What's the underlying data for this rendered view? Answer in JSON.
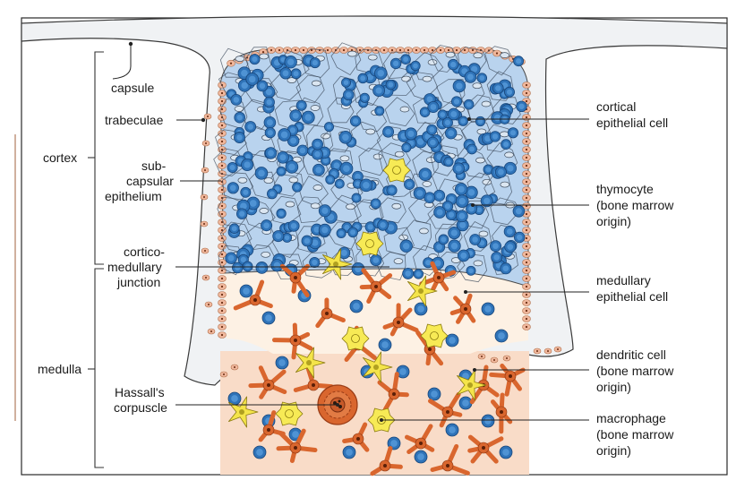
{
  "colors": {
    "capsule": "#f0f2f4",
    "cortex_bg": "#b9d3ee",
    "medulla_bg": "#fdf1e4",
    "lower_bg": "#f9dcc8",
    "thymocyte": "#2f73b8",
    "thymocyte_core": "#4f93d4",
    "cortical_epithelial": "#8aa3bd",
    "medullary_epithelial": "#d9662e",
    "dendritic": "#f4e44a",
    "macrophage": "#f7ea55",
    "hassall": "#c85a2a",
    "subcapsular": "#f0b79c"
  },
  "regions": {
    "cortex": "cortex",
    "medulla": "medulla"
  },
  "labels_left": {
    "capsule": "capsule",
    "trabeculae": "trabeculae",
    "subcapsular": [
      "sub-",
      "capsular",
      "epithelium"
    ],
    "corticomedullary": [
      "cortico-",
      "medullary",
      "junction"
    ],
    "hassall": [
      "Hassall's",
      "corpuscle"
    ]
  },
  "labels_right": {
    "cortical_epithelial": [
      "cortical",
      "epithelial cell"
    ],
    "thymocyte": [
      "thymocyte",
      "(bone marrow",
      "origin)"
    ],
    "medullary_epithelial": [
      "medullary",
      "epithelial cell"
    ],
    "dendritic": [
      "dendritic cell",
      "(bone marrow",
      "origin)"
    ],
    "macrophage": [
      "macrophage",
      "(bone marrow",
      "origin)"
    ]
  }
}
